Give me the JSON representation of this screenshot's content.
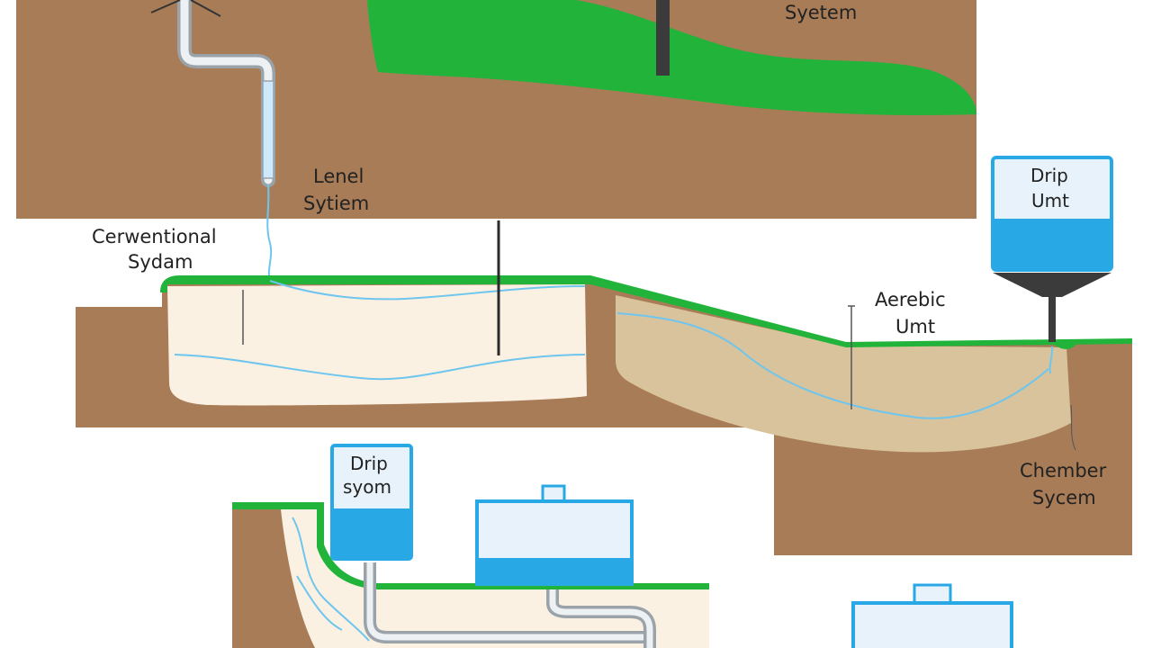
{
  "labels": {
    "top_system": "Syetem",
    "lenel_system_line1": "Lenel",
    "lenel_system_line2": "Sytiem",
    "conventional_line1": "Cerwentional",
    "conventional_line2": "Sydam",
    "aerebic_line1": "Aerebic",
    "aerebic_line2": "Umt",
    "chamber_line1": "Chember",
    "chamber_line2": "Sycem",
    "drip_unit_line1": "Drip",
    "drip_unit_line2": "Umt",
    "drip_system_line1": "Drip",
    "drip_system_line2": "syom"
  },
  "colors": {
    "soil": "#a87c57",
    "grass": "#22b33a",
    "tank_blue": "#29a8e6",
    "tank_light": "#e8f2fb",
    "water_line": "#6ec6ee",
    "sand": "#d9c39c",
    "fill_cream": "#fbf1e3",
    "pipe": "#9aa3aa"
  }
}
